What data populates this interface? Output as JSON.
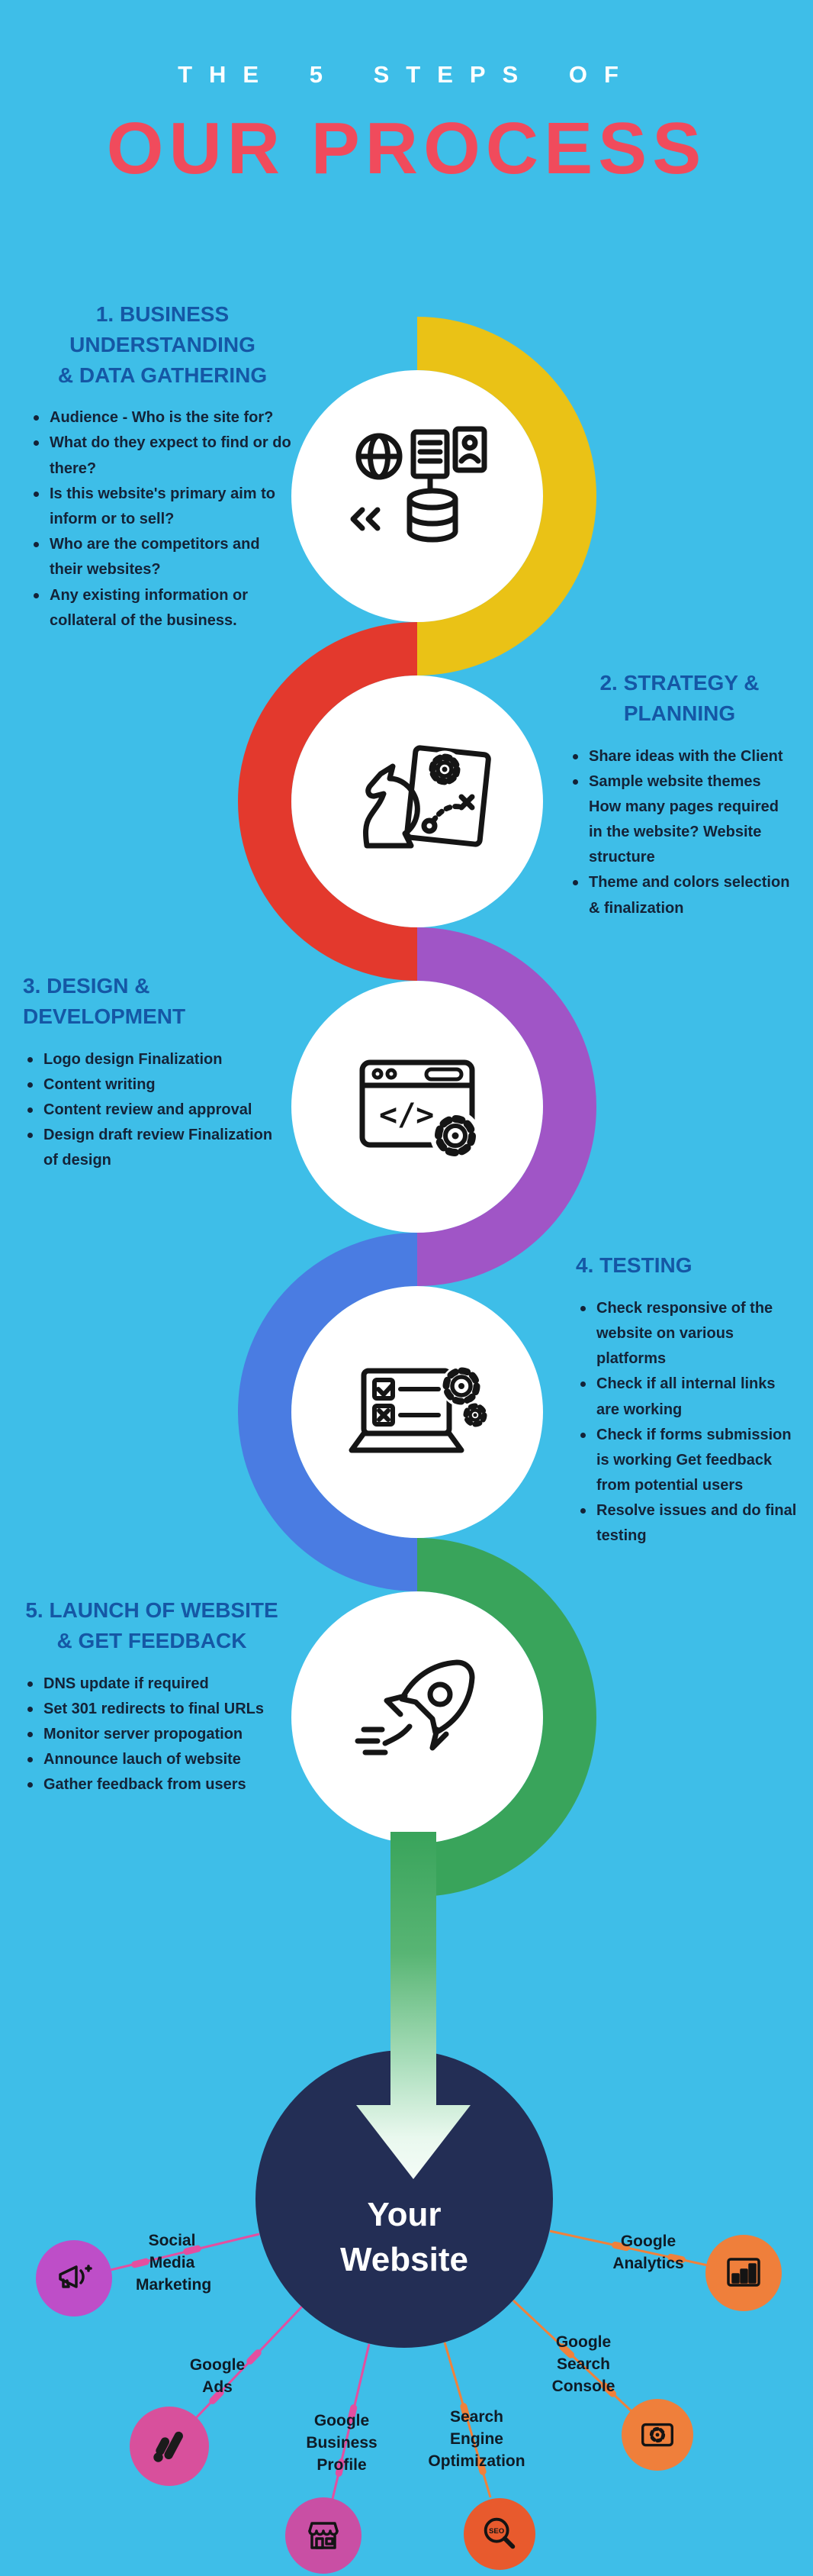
{
  "header": {
    "kicker": "THE 5 STEPS OF",
    "title": "OUR PROCESS"
  },
  "steps": [
    {
      "heading_line1": "1. BUSINESS UNDERSTANDING",
      "heading_line2": "& DATA GATHERING",
      "bullets": [
        "Audience - Who is the site for?",
        "What do they expect to find or do there?",
        "Is this website's primary aim to inform or to sell?",
        "Who are the competitors and their websites?",
        "Any existing information or collateral of the business."
      ]
    },
    {
      "heading_line1": "2. STRATEGY &",
      "heading_line2": "PLANNING",
      "bullets": [
        "Share ideas with the Client",
        "Sample website themes How many pages required in the website? Website structure",
        "Theme and colors selection & finalization"
      ]
    },
    {
      "heading_line1": "3. DESIGN & DEVELOPMENT",
      "heading_line2": "",
      "bullets": [
        "Logo design Finalization",
        "Content writing",
        "Content review and approval",
        "Design draft review Finalization of design"
      ]
    },
    {
      "heading_line1": "4. TESTING",
      "heading_line2": "",
      "bullets": [
        "Check responsive of the website on various platforms",
        "Check if all internal links are working",
        "Check if forms submission is working Get feedback from potential users",
        "Resolve issues and do final testing"
      ]
    },
    {
      "heading_line1": "5. LAUNCH OF WEBSITE",
      "heading_line2": "& GET FEEDBACK",
      "bullets": [
        "DNS update if required",
        "Set 301 redirects to final URLs",
        "Monitor server propogation",
        "Announce lauch of website",
        "Gather feedback from users"
      ]
    }
  ],
  "result": {
    "line1": "Your",
    "line2": "Website"
  },
  "satellites": [
    {
      "label": "Social Media Marketing"
    },
    {
      "label": "Google Ads"
    },
    {
      "label": "Google Business Profile"
    },
    {
      "label": "Search Engine Optimization"
    },
    {
      "label": "Google Search Console"
    },
    {
      "label": "Google Analytics"
    }
  ],
  "colors": {
    "background": "#3EBEE8",
    "title": "#F04B5C",
    "heading": "#1557A5",
    "body_text": "#142338",
    "arc_yellow": "#EAC216",
    "arc_red": "#E3392D",
    "arc_purple": "#A055C6",
    "arc_blue": "#4A7CE2",
    "arc_green": "#39A45B",
    "result_circle": "#232E55",
    "left_connector": "#E34FA0",
    "right_connector": "#F0813B"
  }
}
